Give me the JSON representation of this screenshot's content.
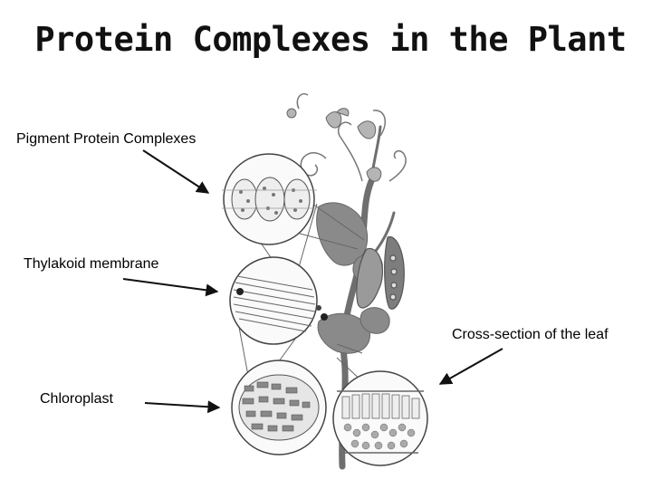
{
  "title": "Protein Complexes in the Plant",
  "labels": {
    "pigment": "Pigment Protein Complexes",
    "thylakoid": "Thylakoid membrane",
    "cross_section": "Cross-section of the leaf",
    "chloroplast": "Chloroplast"
  },
  "colors": {
    "line": "#111111",
    "plant_leaf": "#8a8a8a",
    "plant_stem": "#6f6f6f",
    "circle_stroke": "#444444"
  }
}
